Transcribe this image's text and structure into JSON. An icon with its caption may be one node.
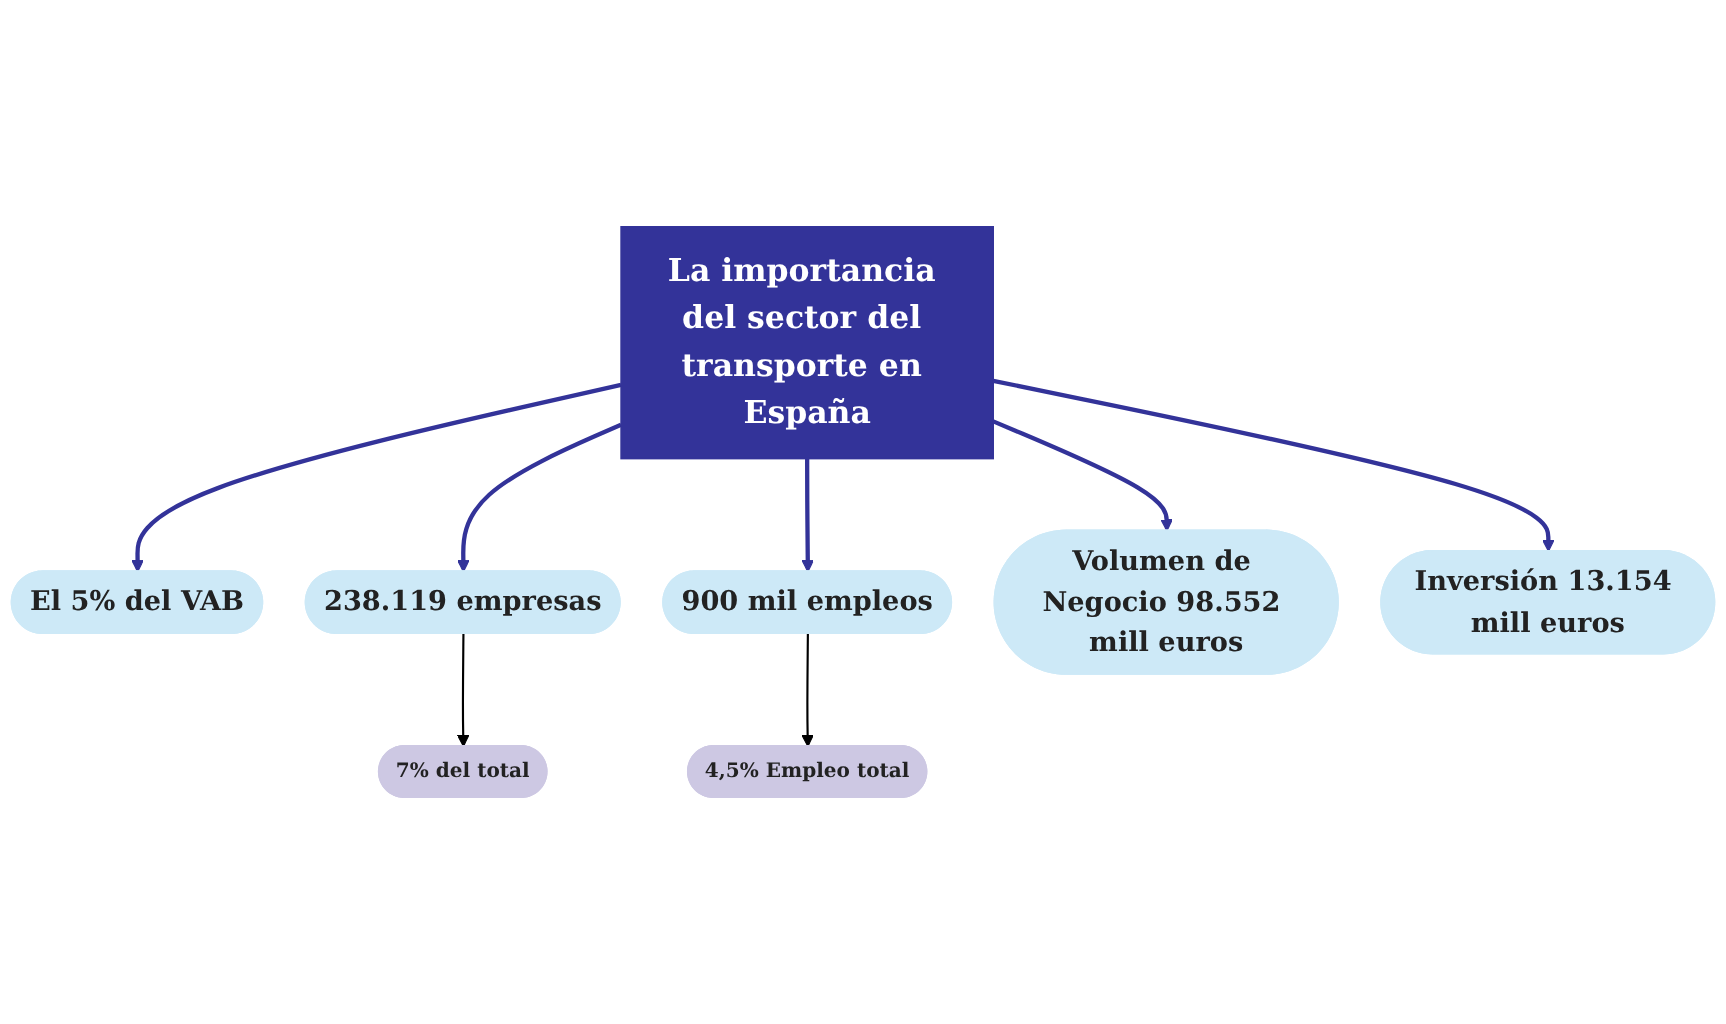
{
  "diagram": {
    "nodes": [
      {
        "text": [
          "La importancia del sector del transporte en España"
        ]
      },
      {
        "text": [
          "El 5% del VAB"
        ]
      },
      {
        "text": [
          "238.119 empresas"
        ]
      },
      {
        "text": [
          "900 mil empleos"
        ]
      },
      {
        "text": [
          "Volumen de Negocio 98.552 mill euros"
        ]
      },
      {
        "text": [
          "Inversión 13.154 mill euros"
        ]
      },
      {
        "text": [
          "7% del total"
        ]
      },
      {
        "text": [
          "4,5% Empleo total"
        ]
      }
    ],
    "edges": [
      {
        "from": 0,
        "to": 1,
        "arrow": "to"
      },
      {
        "from": 0,
        "to": 2,
        "arrow": "to"
      },
      {
        "from": 0,
        "to": 3,
        "arrow": "to"
      },
      {
        "from": 0,
        "to": 4,
        "arrow": "to"
      },
      {
        "from": 0,
        "to": 5,
        "arrow": "to"
      },
      {
        "from": 2,
        "to": 6,
        "arrow": "to",
        "color": "#000000"
      },
      {
        "from": 3,
        "to": 7,
        "arrow": "to",
        "color": "#000000"
      }
    ]
  }
}
